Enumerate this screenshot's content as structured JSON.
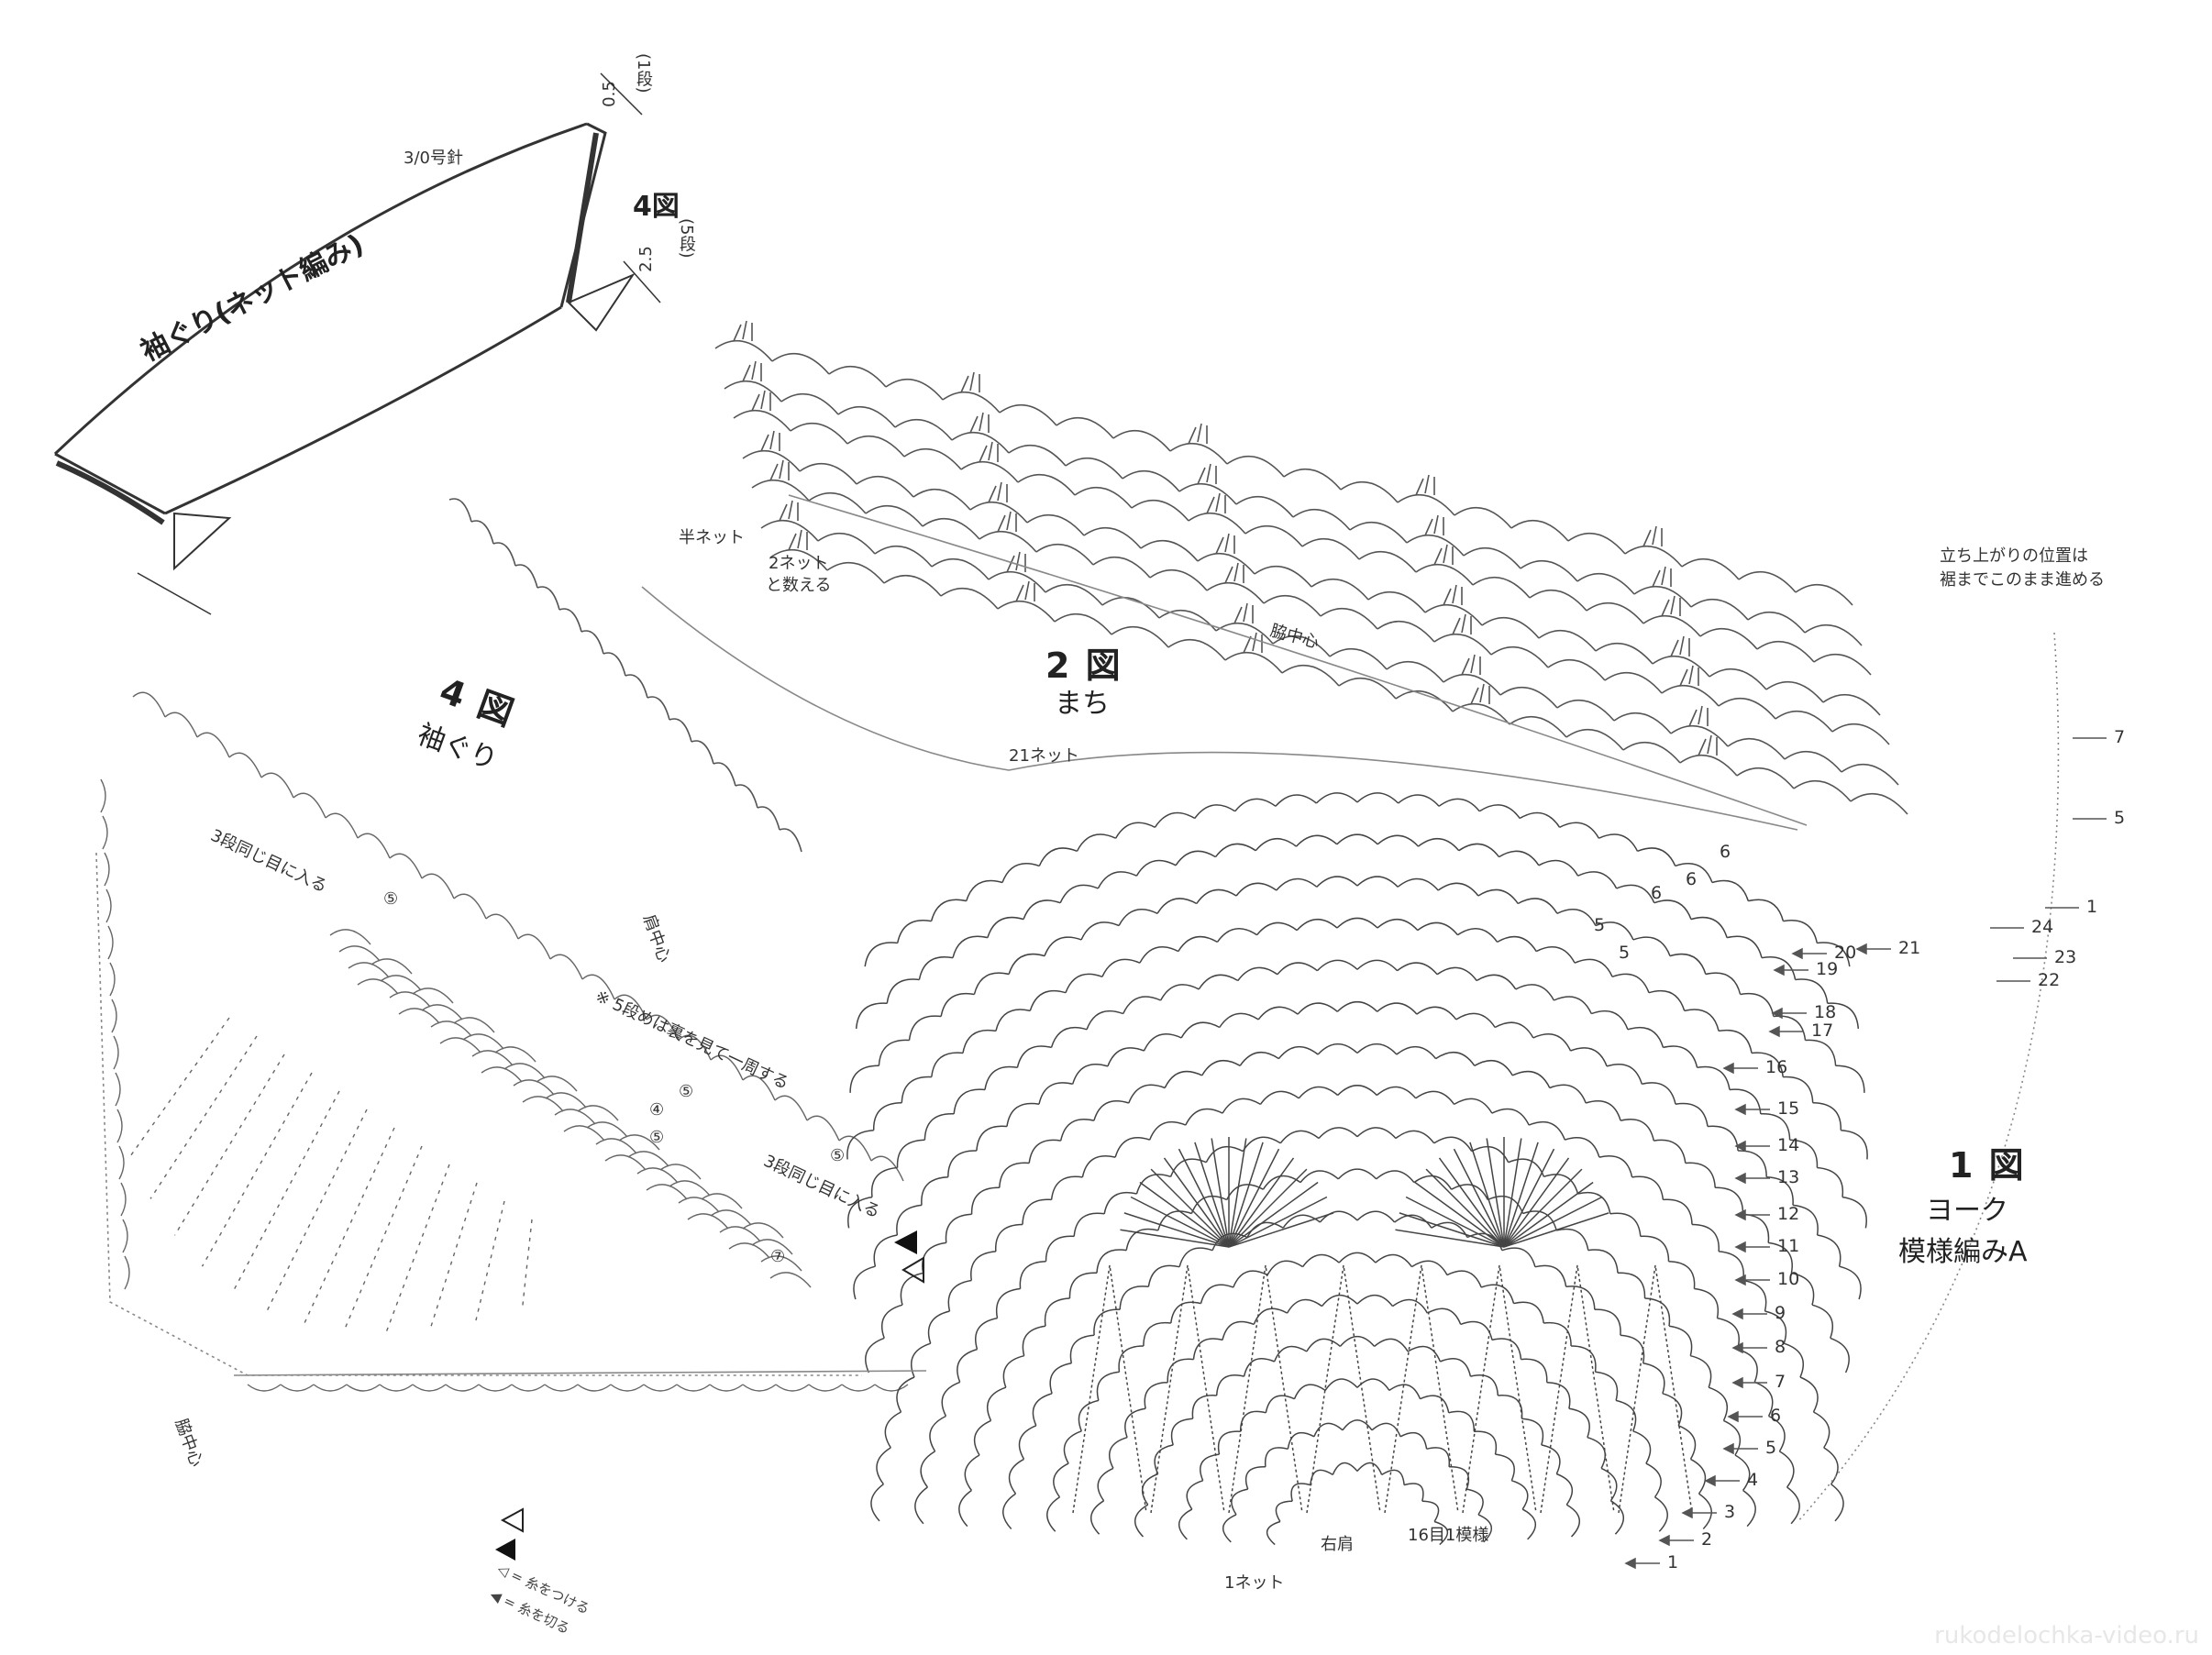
{
  "sleeve_schematic": {
    "title": "袖ぐり(ネット編み)",
    "hook": "3/0号針",
    "fig_ref": "4図",
    "dim_top": "0.5",
    "dim_top_rows": "(1段)",
    "dim_bottom": "2.5",
    "dim_bottom_rows": "(5段)"
  },
  "fig2": {
    "number": "2 図",
    "name": "まち",
    "half_net": "半ネット",
    "two_net": "2ネット",
    "count_as": "と数える",
    "side_center": "脇中心",
    "net_count": "21ネット",
    "note_line1": "立ち上がりの位置は",
    "note_line2": "裾までこのまま進める"
  },
  "fig4": {
    "number": "4 図",
    "name": "袖ぐり",
    "same_stitch_1": "3段同じ目に入る",
    "same_stitch_2": "3段同じ目に入る",
    "shoulder_center": "肩中心",
    "side_center": "脇中心",
    "note_row5": "※ 5段めは裏を見て一周する",
    "markers": [
      "⑤",
      "④",
      "⑤",
      "⑤",
      "⑤",
      "⑦"
    ]
  },
  "fig1": {
    "number": "1 図",
    "name": "ヨーク",
    "pattern": "模様編みA",
    "one_net": "1ネット",
    "right_shoulder": "右肩",
    "repeat": "16目1模様"
  },
  "legend": {
    "attach": "◁ = 糸をつける",
    "cut": "◀ = 糸を切る"
  },
  "row_numbers_yoke": [
    "1",
    "2",
    "3",
    "4",
    "5",
    "6",
    "7",
    "8",
    "9",
    "10",
    "11",
    "12",
    "13",
    "14",
    "15",
    "16",
    "17",
    "18",
    "19",
    "20",
    "21"
  ],
  "row_numbers_gusset": [
    "7",
    "5",
    "1",
    "24",
    "23",
    "22"
  ],
  "row_numbers_inner": [
    "6",
    "6",
    "6",
    "5",
    "5"
  ],
  "watermark": "rukodelochka-video.ru"
}
